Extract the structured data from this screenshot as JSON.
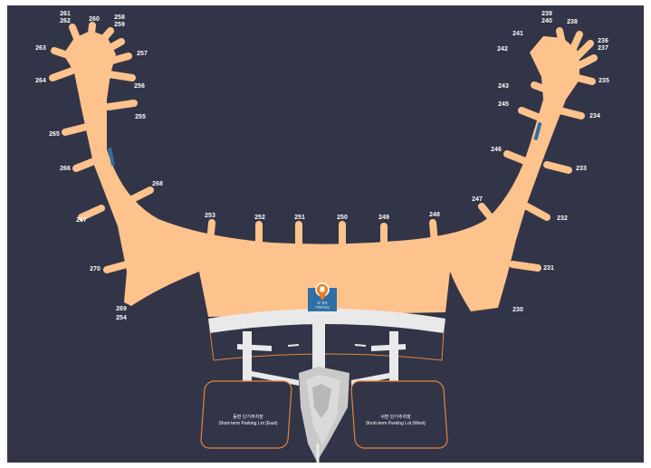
{
  "colors": {
    "background": "#323547",
    "terminal": "#FEC28C",
    "road": "#E9E9E9",
    "lot_border": "#E8833A",
    "marker": "#F07D22",
    "badge": "#2F6FA3"
  },
  "gates": [
    "261",
    "262",
    "260",
    "258",
    "259",
    "257",
    "256",
    "255",
    "263",
    "264",
    "265",
    "266",
    "267",
    "268",
    "270",
    "269",
    "254",
    "253",
    "252",
    "251",
    "250",
    "249",
    "248",
    "247",
    "246",
    "245",
    "243",
    "242",
    "241",
    "239",
    "240",
    "238",
    "236",
    "237",
    "235",
    "234",
    "233",
    "232",
    "231",
    "230"
  ],
  "marker": {
    "icon": "pharmacy-pin-icon",
    "badge_line1": "3F 약국",
    "badge_line2": "Pharmacy"
  },
  "parking": {
    "east": {
      "name_ko": "동편 단기주차장",
      "name_en": "Short-term Parking Lot (East)"
    },
    "west": {
      "name_ko": "서편 단기주차장",
      "name_en": "Short-term Parking Lot (West)"
    }
  }
}
